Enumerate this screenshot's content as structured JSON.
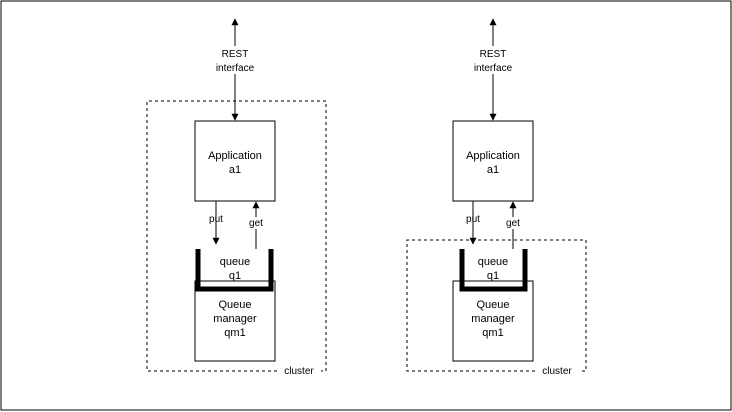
{
  "diagram": {
    "left": {
      "rest_label_1": "REST",
      "rest_label_2": "interface",
      "app_name": "Application",
      "app_id": "a1",
      "put_label": "put",
      "get_label": "get",
      "queue_name": "queue",
      "queue_id": "q1",
      "qm_line_1": "Queue",
      "qm_line_2": "manager",
      "qm_id": "qm1",
      "cluster_label": "cluster"
    },
    "right": {
      "rest_label_1": "REST",
      "rest_label_2": "interface",
      "app_name": "Application",
      "app_id": "a1",
      "put_label": "put",
      "get_label": "get",
      "queue_name": "queue",
      "queue_id": "q1",
      "qm_line_1": "Queue",
      "qm_line_2": "manager",
      "qm_id": "qm1",
      "cluster_label": "cluster"
    }
  }
}
